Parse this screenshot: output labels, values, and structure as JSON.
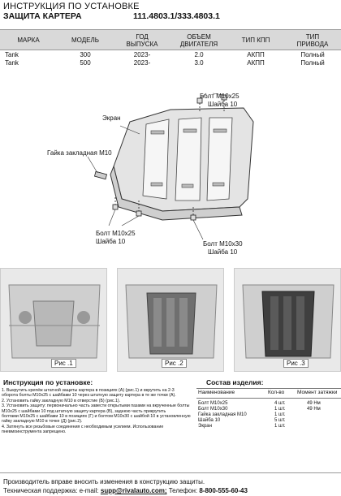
{
  "header": {
    "line1": "ИНСТРУКЦИЯ ПО УСТАНОВКЕ",
    "line2": "ЗАЩИТА КАРТЕРА",
    "code": "111.4803.1/333.4803.1"
  },
  "spec_table": {
    "columns": [
      "МАРКА",
      "МОДЕЛЬ",
      "ГОД ВЫПУСКА",
      "ОБЪЕМ ДВИГАТЕЛЯ",
      "ТИП КПП",
      "ТИП ПРИВОДА"
    ],
    "columns_split": [
      [
        "МАРКА"
      ],
      [
        "МОДЕЛЬ"
      ],
      [
        "ГОД",
        "ВЫПУСКА"
      ],
      [
        "ОБЪЕМ",
        "ДВИГАТЕЛЯ"
      ],
      [
        "ТИП КПП"
      ],
      [
        "ТИП",
        "ПРИВОДА"
      ]
    ],
    "rows": [
      {
        "brand": "Tank",
        "model": "300",
        "year": "2023-",
        "engine": "2.0",
        "gearbox": "АКПП",
        "drive": "Полный"
      },
      {
        "brand": "Tank",
        "model": "500",
        "year": "2023-",
        "engine": "3.0",
        "gearbox": "АКПП",
        "drive": "Полный"
      }
    ]
  },
  "diagram_labels": {
    "bolt_top_1": "Болт М10х25",
    "bolt_top_2": "Шайба 10",
    "screen": "Экран",
    "nut": "Гайка закладная М10",
    "bolt_left_1": "Болт М10х25",
    "bolt_left_2": "Шайба 10",
    "bolt_right_1": "Болт М10х30",
    "bolt_right_2": "Шайба 10"
  },
  "photos": [
    {
      "caption": "Рис .1"
    },
    {
      "caption": "Рис .2"
    },
    {
      "caption": "Рис .3"
    }
  ],
  "instructions": {
    "title": "Инструкция по установке:",
    "steps": [
      "1. Выкрутить крепёж штатной защиты картера в позициях (А) (рис.1) и вкрутить на 2-3",
      "оборота болты М10х25 с шайбами 10 через штатную защиту картера в те же точки (А).",
      "2. Установить гайку закладную М10 в отверстие (Б) (рис.1).",
      "3. Установить защиту: первоначально часть завести открытыми пазами на вкрученные болты",
      "М10х25 с шайбами 10 под штатную защиту картера (В), заднюю часть прикрутить",
      "болтами М10х25 с шайбами 10 в позициях (Г) и болтом М10х30 с шайбой 10 в установленную",
      "гайку закладную М10 в точке (Д) (рис.2).",
      "4. Затянуть все резьбовые соединения с необходимым усилием. Использование",
      "пневмоинструмента запрещено."
    ]
  },
  "kit": {
    "title": "Состав изделия:",
    "headers": {
      "name": "Наименование",
      "qty": "Кол-во",
      "torque": "Момент затяжки"
    },
    "items": [
      {
        "name": "Болт М10х25",
        "qty": "4 шт.",
        "torque": "49 Нм"
      },
      {
        "name": "Болт М10х30",
        "qty": "1 шт.",
        "torque": "49 Нм"
      },
      {
        "name": "Гайка закладная М10",
        "qty": "1 шт.",
        "torque": ""
      },
      {
        "name": "Шайба 10",
        "qty": "5 шт.",
        "torque": ""
      },
      {
        "name": "Экран",
        "qty": "1 шт.",
        "torque": ""
      }
    ]
  },
  "footer": {
    "line1": "Производитель вправе вносить изменения в конструкцию защиты.",
    "support_label": "Техническая поддержка:  e-mail: ",
    "email": "supp@rivalauto.com;",
    "phone_label": " Телефон: ",
    "phone": "8-800-555-60-43"
  }
}
